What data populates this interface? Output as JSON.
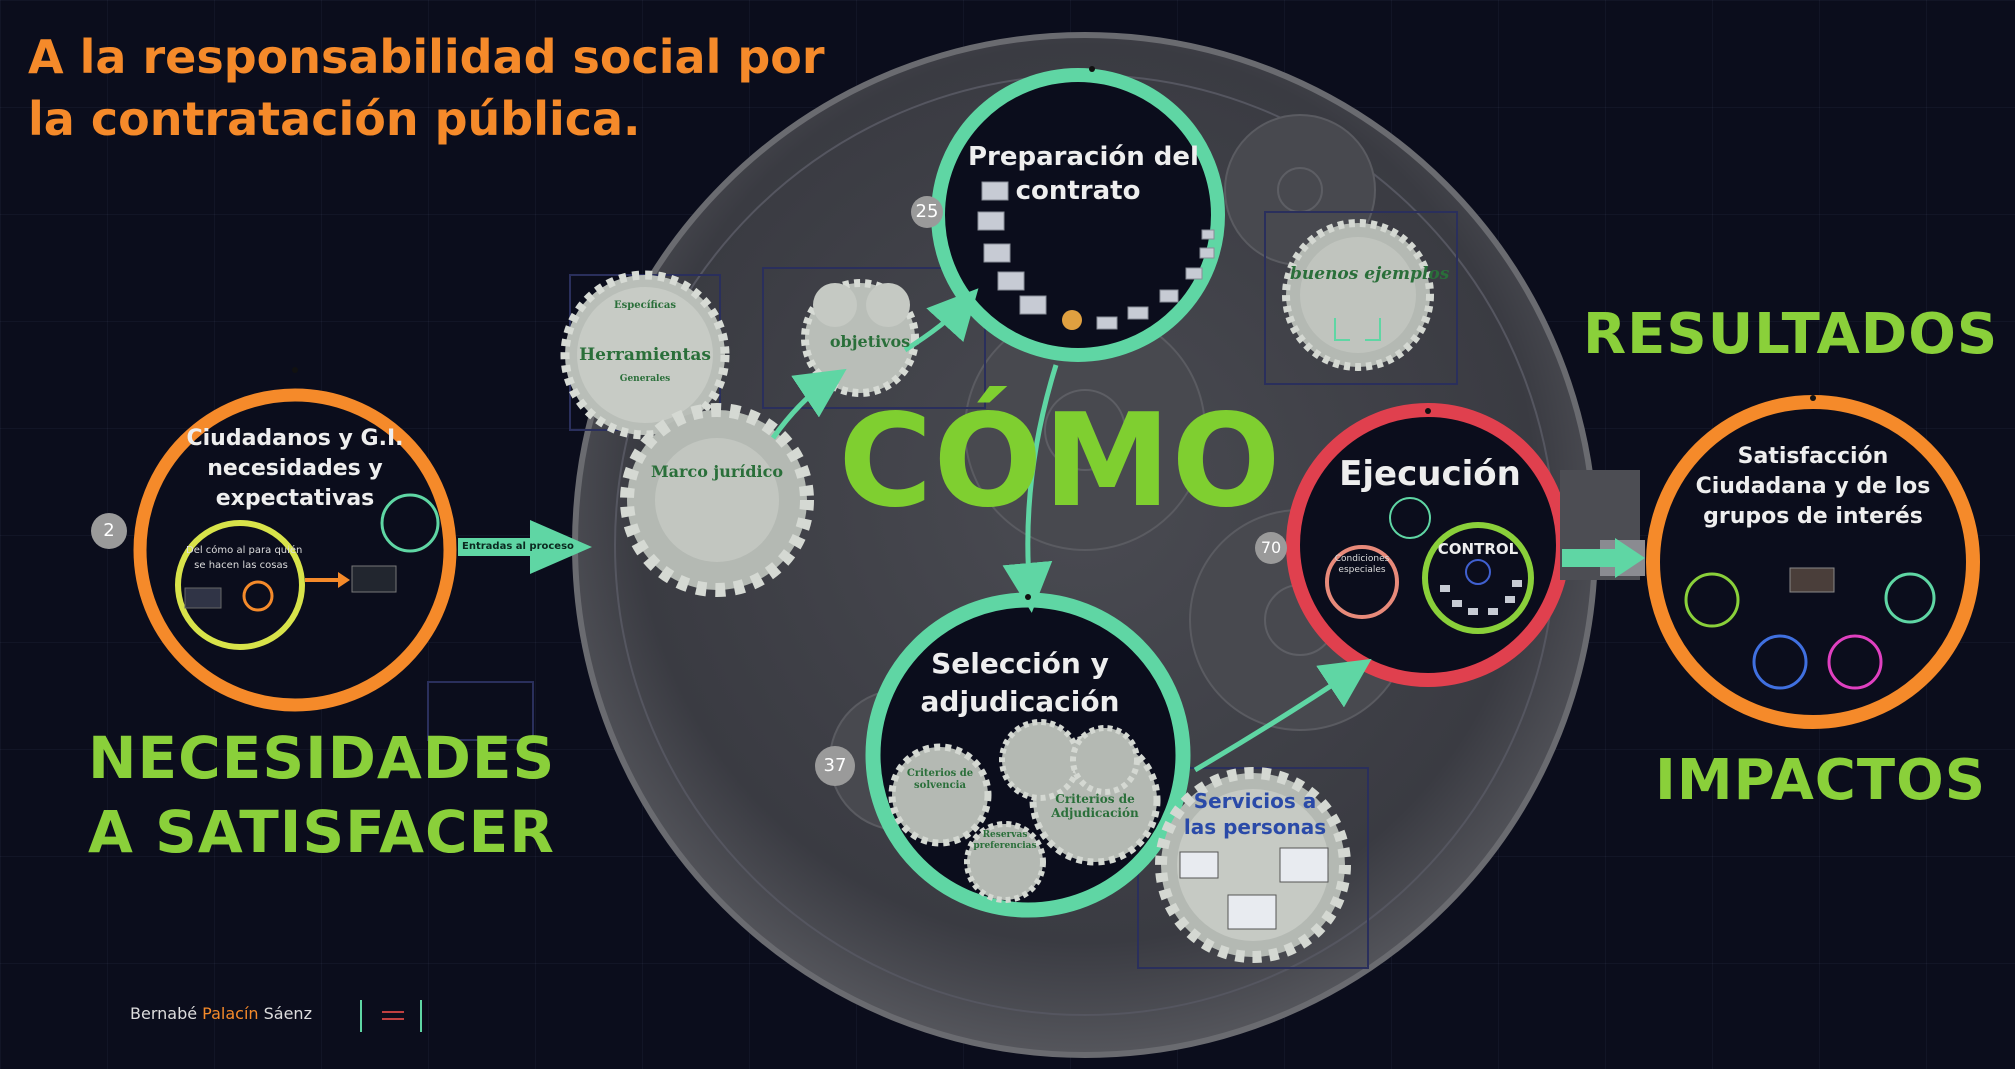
{
  "title": {
    "line1": "A la responsabilidad social por",
    "line2": "la contratación pública."
  },
  "center": {
    "label": "CÓMO"
  },
  "left": {
    "heading_line1": "NECESIDADES",
    "heading_line2": "A SATISFACER",
    "circle_line1": "Ciudadanos y G.I.",
    "circle_line2": "necesidades y",
    "circle_line3": "expectativas",
    "inner_line1": "Del cómo al para quién",
    "inner_line2": "se hacen las cosas",
    "arrow_label": "Entradas al proceso",
    "step": "2"
  },
  "gears": {
    "herramientas": "Herramientas",
    "especificas": "Específicas",
    "generales": "Generales",
    "objetivos": "objetivos",
    "marco": "Marco jurídico",
    "buenos": "buenos ejemplos"
  },
  "preparacion": {
    "line1": "Preparación del",
    "line2": "contrato",
    "step": "25"
  },
  "seleccion": {
    "line1": "Selección y",
    "line2": "adjudicación",
    "step": "37",
    "criterios_solvencia": "Criterios de solvencia",
    "criterios_adjudicacion": "Criterios de Adjudicación",
    "reservas": "Reservas preferencias"
  },
  "servicios": {
    "line1": "Servicios a",
    "line2": "las personas"
  },
  "ejecucion": {
    "label": "Ejecución",
    "step": "70",
    "condiciones": "Condiciones especiales",
    "control": "CONTROL"
  },
  "right": {
    "top_label": "RESULTADOS",
    "bottom_label": "IMPACTOS",
    "circle_line1": "Satisfacción",
    "circle_line2": "Ciudadana y de los",
    "circle_line3": "grupos de interés"
  },
  "footer": {
    "first": "Bernabé",
    "middle": "Palacín",
    "last": "Sáenz"
  },
  "colors": {
    "orange": "#f58a2a",
    "green_text": "#8ad03a",
    "teal": "#5fd6a4",
    "red": "#e0404e",
    "background": "#0b0d1c"
  }
}
